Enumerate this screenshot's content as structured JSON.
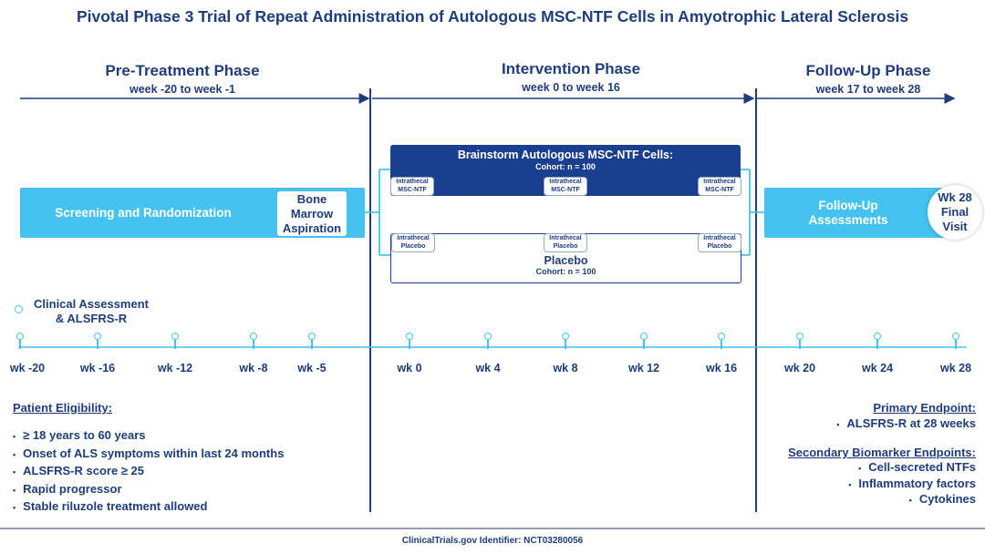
{
  "title": "Pivotal Phase 3 Trial of Repeat Administration of Autologous MSC-NTF Cells in Amyotrophic Lateral Sclerosis",
  "phases": [
    {
      "name": "Pre-Treatment Phase",
      "range": "week -20 to week -1"
    },
    {
      "name": "Intervention Phase",
      "range": "week 0 to week 16"
    },
    {
      "name": "Follow-Up Phase",
      "range": "week 17 to week 28"
    }
  ],
  "boxes": {
    "screening": "Screening and Randomization",
    "bone_marrow": [
      "Bone",
      "Marrow",
      "Aspiration"
    ],
    "treatment_title": "Brainstorm Autologous MSC-NTF Cells:",
    "treatment_cohort": "Cohort: n = 100",
    "placebo_title": "Placebo",
    "placebo_cohort": "Cohort: n = 100",
    "followup": [
      "Follow-Up",
      "Assessments"
    ],
    "final_visit": [
      "Wk 28",
      "Final",
      "Visit"
    ]
  },
  "doses": {
    "active": [
      "Intrathecal",
      "MSC-NTF"
    ],
    "placebo": [
      "Intrathecal",
      "Placebo"
    ]
  },
  "legend": [
    "Clinical Assessment",
    "& ALSFRS-R"
  ],
  "weeks": [
    "wk -20",
    "wk -16",
    "wk -12",
    "wk -8",
    "wk -5",
    "wk 0",
    "wk 4",
    "wk 8",
    "wk 12",
    "wk 16",
    "wk 20",
    "wk 24",
    "wk 28"
  ],
  "eligibility": {
    "heading": "Patient Eligibility:",
    "items": [
      "≥ 18 years to 60 years",
      "Onset of ALS symptoms within last 24 months",
      "ALSFRS-R score ≥ 25",
      "Rapid progressor",
      "Stable riluzole treatment allowed"
    ]
  },
  "primary_endpoint": {
    "heading": "Primary Endpoint:",
    "items": [
      "ALSFRS-R at 28 weeks"
    ]
  },
  "secondary_endpoints": {
    "heading": "Secondary Biomarker Endpoints:",
    "items": [
      "Cell-secreted NTFs",
      "Inflammatory factors",
      "Cytokines"
    ]
  },
  "footer": "ClinicalTrials.gov Identifier: NCT03280056",
  "colors": {
    "navy": "#1f3d7a",
    "dark_box": "#1a3f8f",
    "light_blue": "#45c2ef"
  }
}
